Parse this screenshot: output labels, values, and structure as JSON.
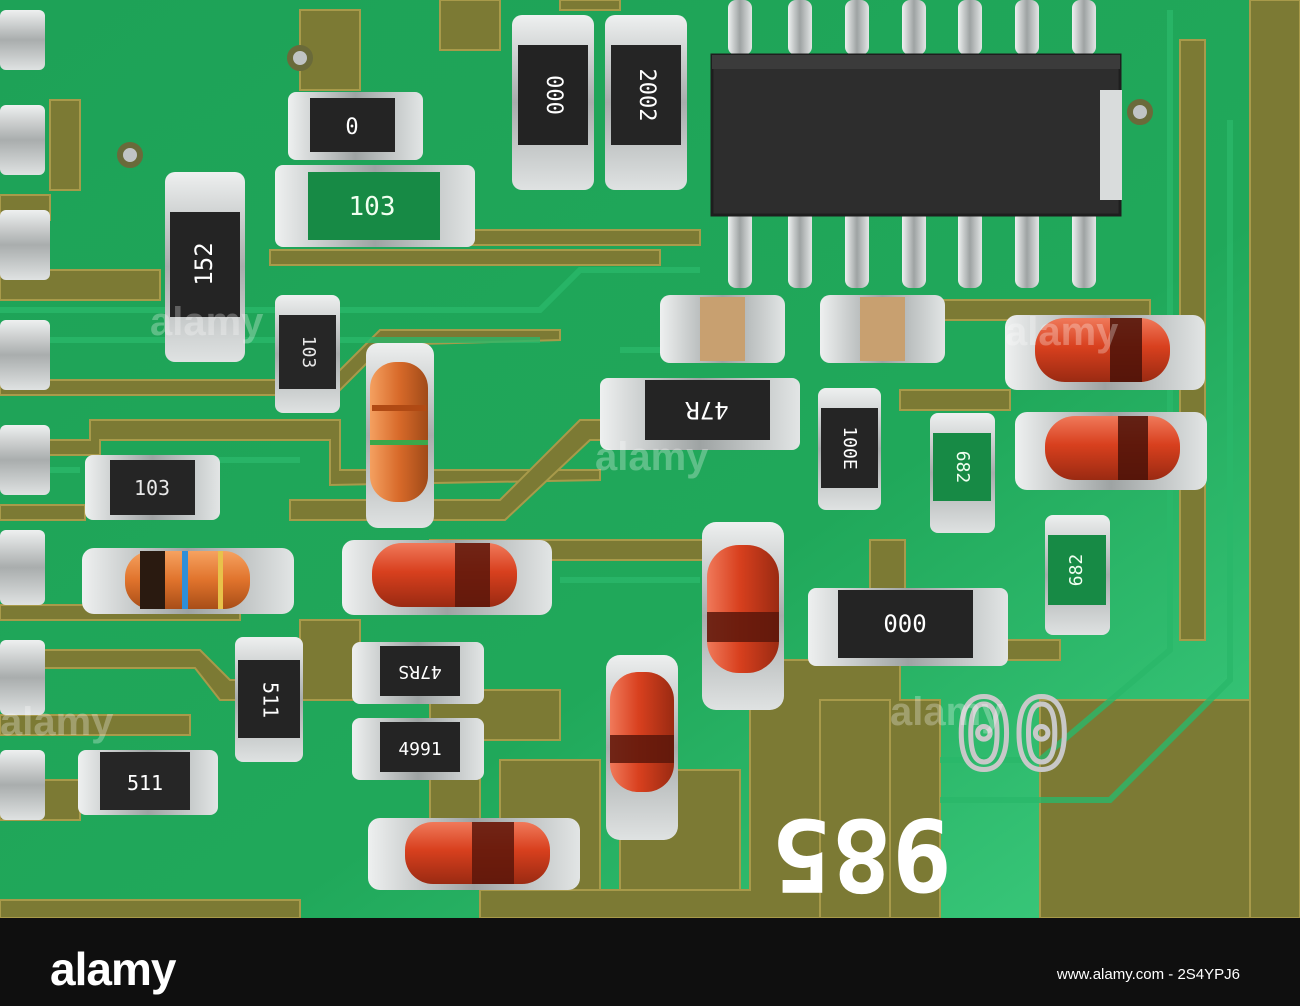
{
  "labels": {
    "r_top_0": "0",
    "r_top_103_green": "103",
    "r_000_vertical_top": "000",
    "r_2002_vertical": "2002",
    "r_152": "152",
    "r_103_vertical": "103",
    "r_47r": "47R",
    "r_100e": "100E",
    "r_682_left": "682",
    "r_682_right": "682",
    "r_103_left": "103",
    "r_000_bottom": "000",
    "r_511_vertical": "511",
    "r_47rs": "47RS",
    "r_4991": "4991",
    "r_511_bottom": "511",
    "silk_00": "00",
    "silk_985": "985"
  },
  "watermark": "alamy",
  "footer": {
    "logo": "alamy",
    "image_id": "www.alamy.com - 2S4YPJ6"
  },
  "colors": {
    "board_green": "#1fa058",
    "trace_olive": "#7c7a34",
    "trace_edge": "#a89a4a",
    "chip_black": "#2a2a2a",
    "diode_red": "#d8401e",
    "capacitor_tan": "#c8a070",
    "solder_silver": "#c8cccc"
  }
}
